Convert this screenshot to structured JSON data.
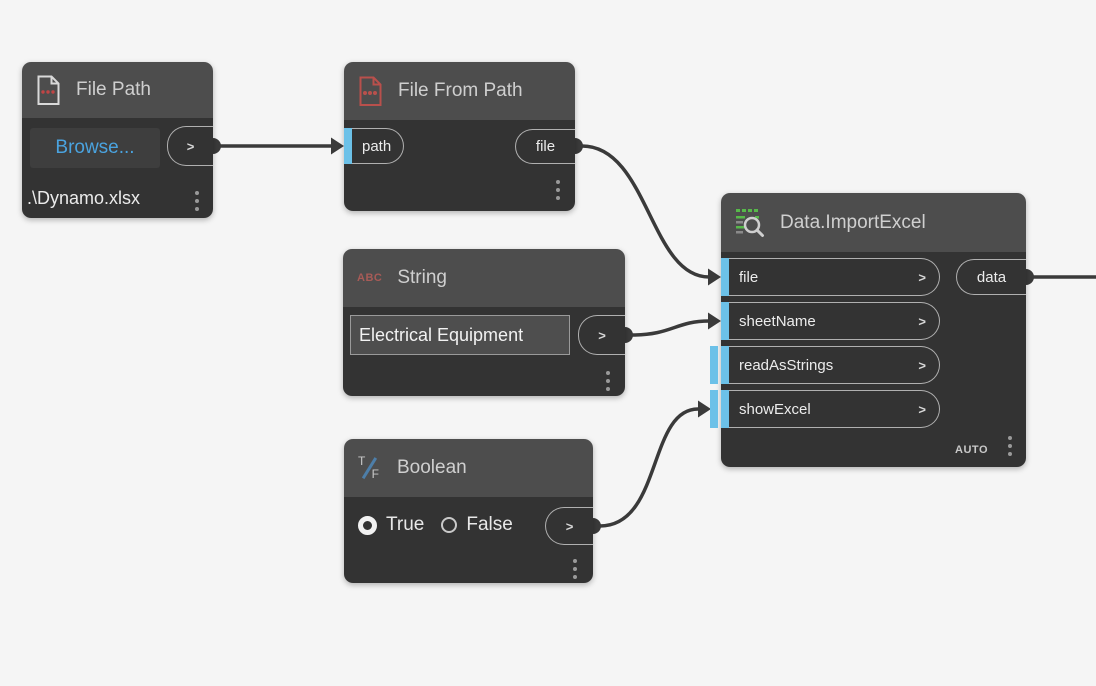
{
  "ui": {
    "chevron": ">"
  },
  "colors": {
    "canvas_bg": "#f5f5f5",
    "node_header": "#4d4d4d",
    "node_body": "#333333",
    "port_accent_blue": "#6cc1e8",
    "browse_link_blue": "#4aa3df",
    "icon_red": "#b9504c",
    "icon_green": "#57b84a",
    "wire": "#3a3a3a"
  },
  "nodes": {
    "file_path": {
      "title": "File Path",
      "browse_label": "Browse...",
      "path_value": ".\\Dynamo.xlsx"
    },
    "file_from_path": {
      "title": "File From Path",
      "input_label": "path",
      "output_label": "file"
    },
    "string": {
      "title": "String",
      "icon_label": "ABC",
      "value": "Electrical Equipment"
    },
    "boolean": {
      "title": "Boolean",
      "icon_true": "T",
      "icon_false": "F",
      "option_true": "True",
      "option_false": "False"
    },
    "import_excel": {
      "title": "Data.ImportExcel",
      "inputs": [
        {
          "name": "file"
        },
        {
          "name": "sheetName"
        },
        {
          "name": "readAsStrings"
        },
        {
          "name": "showExcel"
        }
      ],
      "output_label": "data",
      "lacing_label": "AUTO"
    }
  }
}
